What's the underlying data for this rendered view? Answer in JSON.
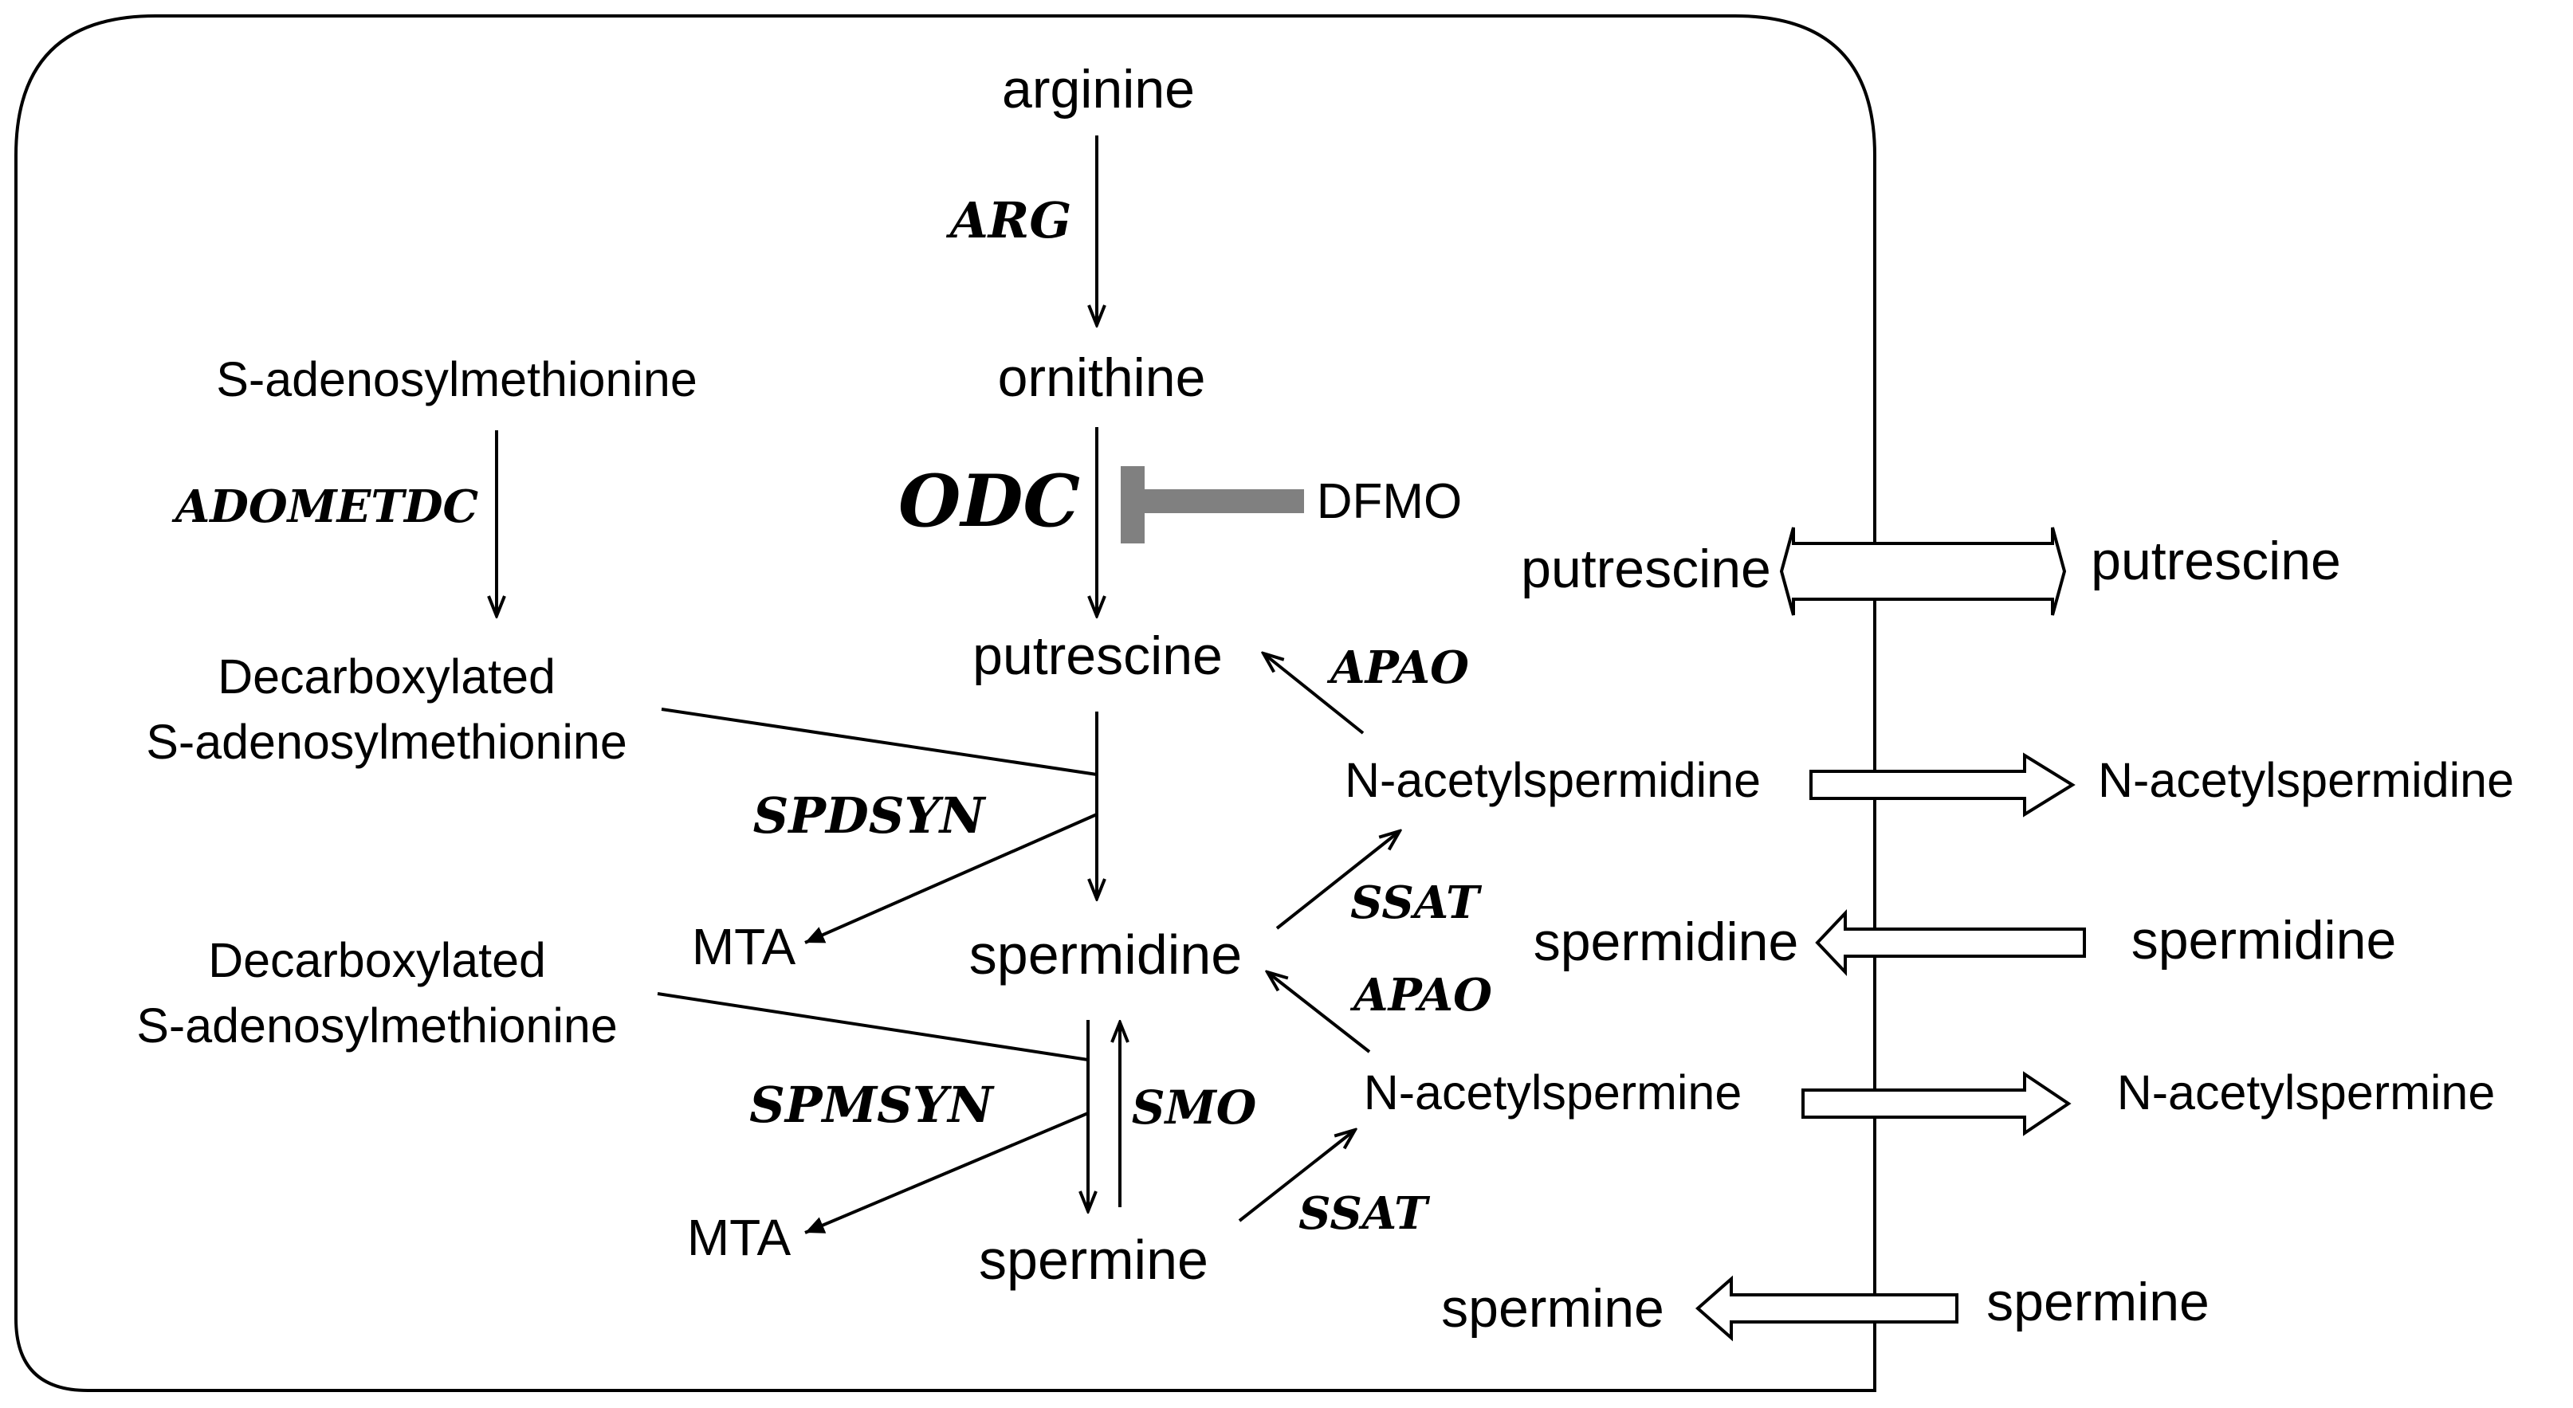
{
  "metabolites": {
    "arginine": "arginine",
    "ornithine": "ornithine",
    "sam": "S-adenosylmethionine",
    "putrescine": "putrescine",
    "dcsam1_line1": "Decarboxylated",
    "dcsam1_line2": "S-adenosylmethionine",
    "dcsam2_line1": "Decarboxylated",
    "dcsam2_line2": "S-adenosylmethionine",
    "mta1": "MTA",
    "mta2": "MTA",
    "spermidine": "spermidine",
    "spermine": "spermine",
    "n_acetylspermidine": "N-acetylspermidine",
    "n_acetylspermine": "N-acetylspermine"
  },
  "enzymes": {
    "arg": "ARG",
    "adometdc": "ADOMETDC",
    "odc": "ODC",
    "apao1": "APAO",
    "spdsyn": "SPDSYN",
    "ssat1": "SSAT",
    "apao2": "APAO",
    "spmsyn": "SPMSYN",
    "smo": "SMO",
    "ssat2": "SSAT"
  },
  "inhibitor": {
    "name": "DFMO",
    "color": "#808080"
  },
  "transport": {
    "putrescine_in": "putrescine",
    "putrescine_out": "putrescine",
    "n_acetylspermidine_out": "N-acetylspermidine",
    "spermidine_in": "spermidine",
    "spermidine_out": "spermidine",
    "n_acetylspermine_out": "N-acetylspermine",
    "spermine_in": "spermine",
    "spermine_out": "spermine"
  },
  "colors": {
    "line": "#000000",
    "background": "#ffffff"
  }
}
